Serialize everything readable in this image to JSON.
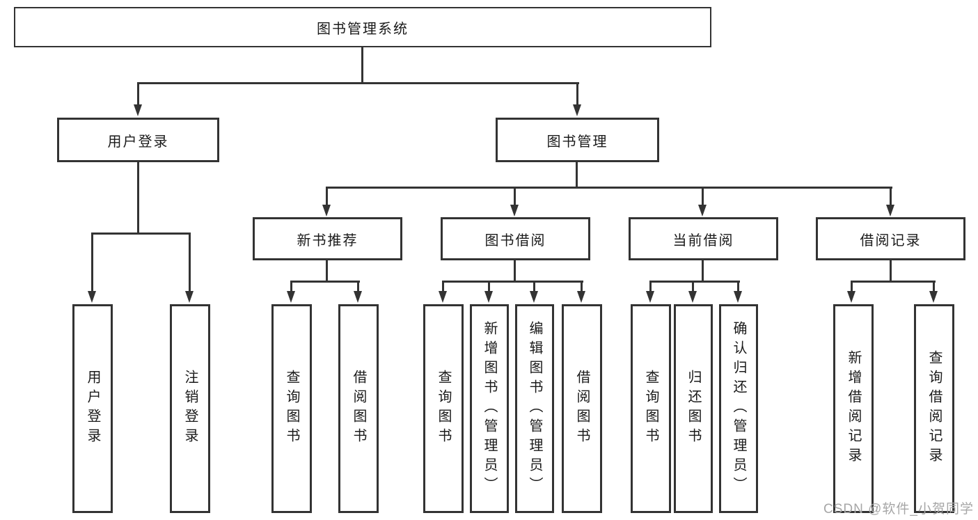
{
  "watermark": "CSDN @软件_小贺同学",
  "colors": {
    "line": "#333333",
    "box_border": "#333333",
    "text": "#1a1a1a",
    "watermark": "#a6a6a6",
    "background": "#ffffff"
  },
  "tree": {
    "root": {
      "label": "图书管理系统"
    },
    "children": [
      {
        "label": "用户登录",
        "children": [
          {
            "label": "用户登录"
          },
          {
            "label": "注销登录"
          }
        ]
      },
      {
        "label": "图书管理",
        "children": [
          {
            "label": "新书推荐",
            "children": [
              {
                "label": "查询图书"
              },
              {
                "label": "借阅图书"
              }
            ]
          },
          {
            "label": "图书借阅",
            "children": [
              {
                "label": "查询图书"
              },
              {
                "label": "新增图书（管理员）"
              },
              {
                "label": "编辑图书（管理员）"
              },
              {
                "label": "借阅图书"
              }
            ]
          },
          {
            "label": "当前借阅",
            "children": [
              {
                "label": "查询图书"
              },
              {
                "label": "归还图书"
              },
              {
                "label": "确认归还（管理员）"
              }
            ]
          },
          {
            "label": "借阅记录",
            "children": [
              {
                "label": "新增借阅记录"
              },
              {
                "label": "查询借阅记录"
              }
            ]
          }
        ]
      }
    ]
  }
}
